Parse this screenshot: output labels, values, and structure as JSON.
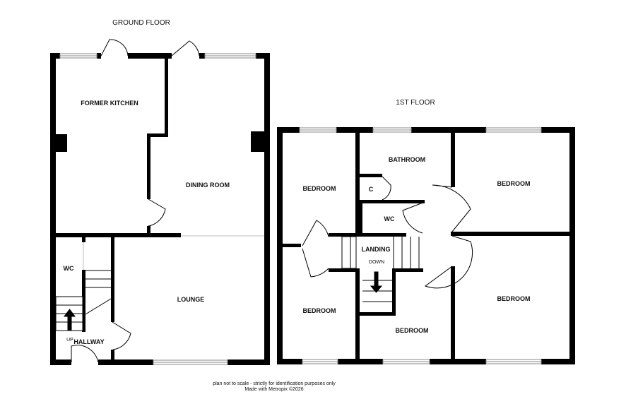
{
  "floors": {
    "ground": {
      "title": "GROUND FLOOR",
      "rooms": {
        "former_kitchen": "FORMER KITCHEN",
        "dining_room": "DINING ROOM",
        "wc": "WC",
        "lounge": "LOUNGE",
        "hallway": "HALLWAY",
        "stairs_direction": "UP"
      }
    },
    "first": {
      "title": "1ST FLOOR",
      "rooms": {
        "bathroom": "BATHROOM",
        "cupboard": "C",
        "wc": "WC",
        "landing": "LANDING",
        "stairs_direction": "DOWN",
        "bedroom_top_left": "BEDROOM",
        "bedroom_top_right": "BEDROOM",
        "bedroom_bottom_left": "BEDROOM",
        "bedroom_bottom_middle": "BEDROOM",
        "bedroom_bottom_right": "BEDROOM"
      }
    }
  },
  "footer": {
    "disclaimer": "plan not to scale - strictly for identification purposes only",
    "credit": "Made with Metropix ©2026"
  },
  "colors": {
    "wall": "#000000",
    "background": "#ffffff",
    "window": "#bdbdbd",
    "text": "#111111"
  }
}
